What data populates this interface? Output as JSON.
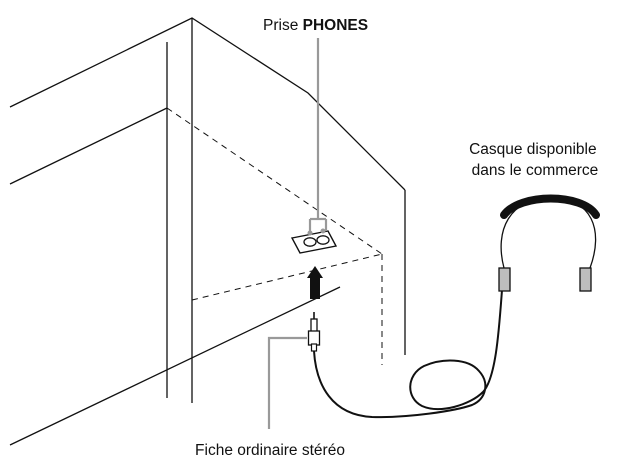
{
  "labels": {
    "jack_prefix": "Prise ",
    "jack_name": "PHONES",
    "headphones_line1": "Casque disponible",
    "headphones_line2": "dans le commerce",
    "plug": "Fiche ordinaire stéréo"
  },
  "icons": {
    "headphones": "headphones-icon",
    "plug": "stereo-plug-icon",
    "jack": "phones-jack-icon",
    "arrow": "insert-arrow-icon"
  },
  "colors": {
    "line": "#111111",
    "leader": "#999999",
    "headband": "#111111",
    "earcup": "#bdbdbd"
  }
}
